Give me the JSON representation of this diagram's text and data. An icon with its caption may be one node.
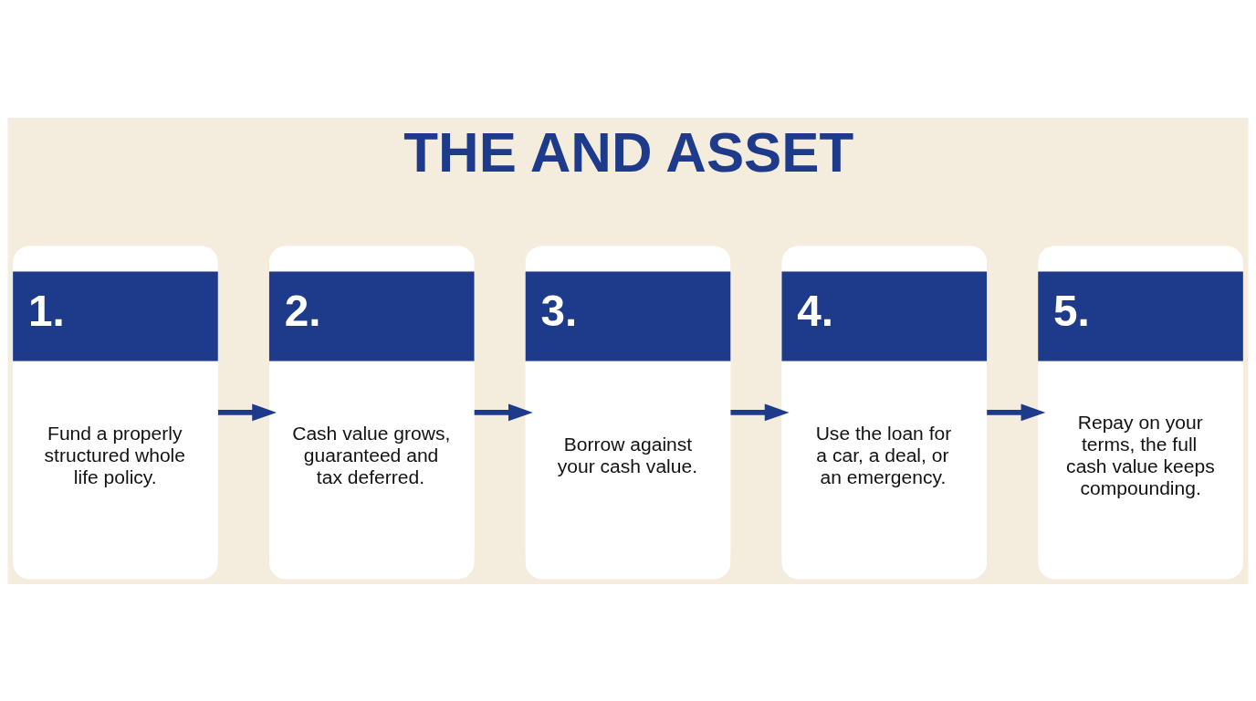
{
  "diagram": {
    "title": "THE AND ASSET",
    "nodes": [
      {
        "text": [
          "1.",
          "Fund a properly structured whole life policy."
        ]
      },
      {
        "text": [
          "2.",
          "Cash value grows, guaranteed and tax deferred."
        ]
      },
      {
        "text": [
          "3.",
          "Borrow against your cash value."
        ]
      },
      {
        "text": [
          "4.",
          "Use the loan for a car, a deal, or an emergency."
        ]
      },
      {
        "text": [
          "5.",
          "Repay on your terms, the full cash value keeps compounding."
        ]
      }
    ],
    "edges": [
      {
        "from": 0,
        "to": 1,
        "arrow": "to"
      },
      {
        "from": 1,
        "to": 2,
        "arrow": "to"
      },
      {
        "from": 2,
        "to": 3,
        "arrow": "to"
      },
      {
        "from": 3,
        "to": 4,
        "arrow": "to"
      }
    ]
  }
}
